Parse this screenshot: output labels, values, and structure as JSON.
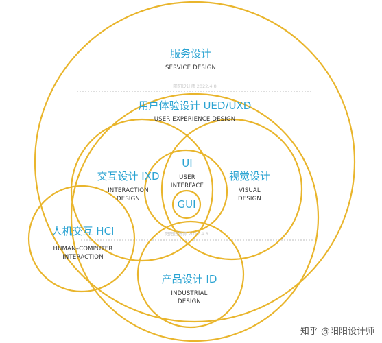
{
  "colors": {
    "ring": "#e9b52c",
    "title": "#2aa3d2",
    "subtitle": "#333333",
    "watermark": "#c9c9c9",
    "background": "#ffffff"
  },
  "watermark": {
    "top": "阳阳设计师 2022.4.8",
    "bottom": "阳阳设计师 2022.4.8"
  },
  "credit": "知乎 @阳阳设计师",
  "sets": {
    "service": {
      "title": "服务设计",
      "subtitle": "SERVICE DESIGN"
    },
    "ux": {
      "title": "用户体验设计 UED/UXD",
      "subtitle": "USER EXPERIENCE DESIGN"
    },
    "interaction": {
      "title": "交互设计 IXD",
      "subtitle_1": "INTERACTION",
      "subtitle_2": "DESIGN"
    },
    "visual": {
      "title": "视觉设计",
      "subtitle_1": "VISUAL",
      "subtitle_2": "DESIGN"
    },
    "ui": {
      "title": "UI",
      "subtitle_1": "USER",
      "subtitle_2": "INTERFACE"
    },
    "gui": {
      "title": "GUI"
    },
    "hci": {
      "title": "人机交互 HCI",
      "subtitle_1": "HUMAN–COMPUTER",
      "subtitle_2": "INTERACTION"
    },
    "industrial": {
      "title": "产品设计 ID",
      "subtitle_1": "INDUSTRIAL",
      "subtitle_2": "DESIGN"
    }
  }
}
